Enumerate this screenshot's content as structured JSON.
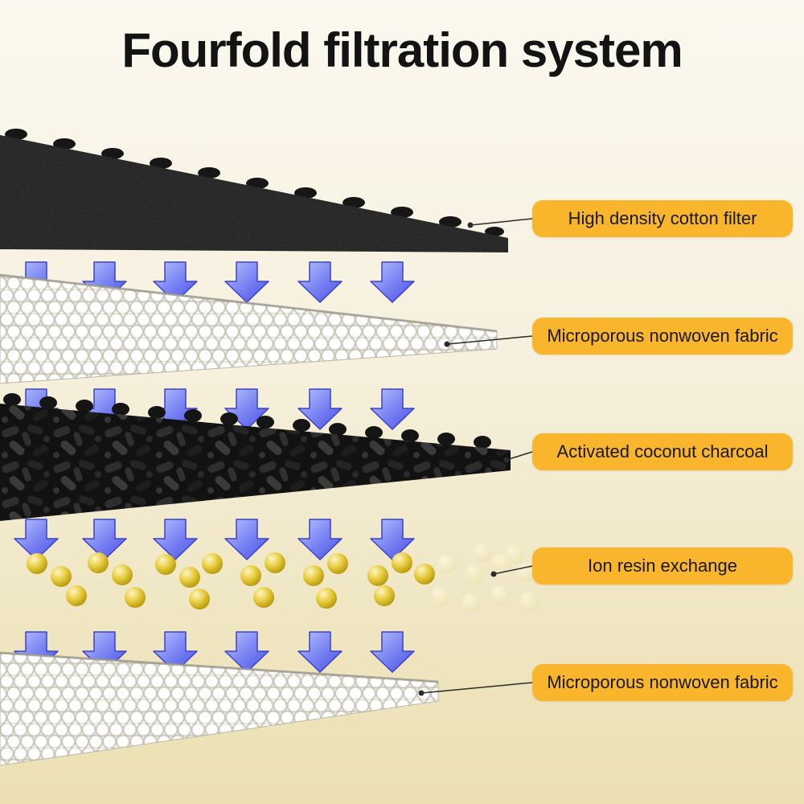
{
  "title": "Fourfold filtration system",
  "layers": [
    {
      "name": "High density cotton filter",
      "type": "cotton"
    },
    {
      "name": "Microporous nonwoven fabric",
      "type": "fabric"
    },
    {
      "name": "Activated coconut charcoal",
      "type": "charcoal"
    },
    {
      "name": "Ion resin exchange",
      "type": "resin"
    },
    {
      "name": "Microporous nonwoven fabric",
      "type": "fabric"
    }
  ],
  "colors": {
    "label_background": "#F9B52B",
    "label_text": "#181818",
    "arrow_blue": "#5B63EF",
    "background_top": "#FBF8EF",
    "background_bottom": "#ECE0B2",
    "cotton_black": "#161616",
    "resin_gold": "#D4B60A"
  }
}
